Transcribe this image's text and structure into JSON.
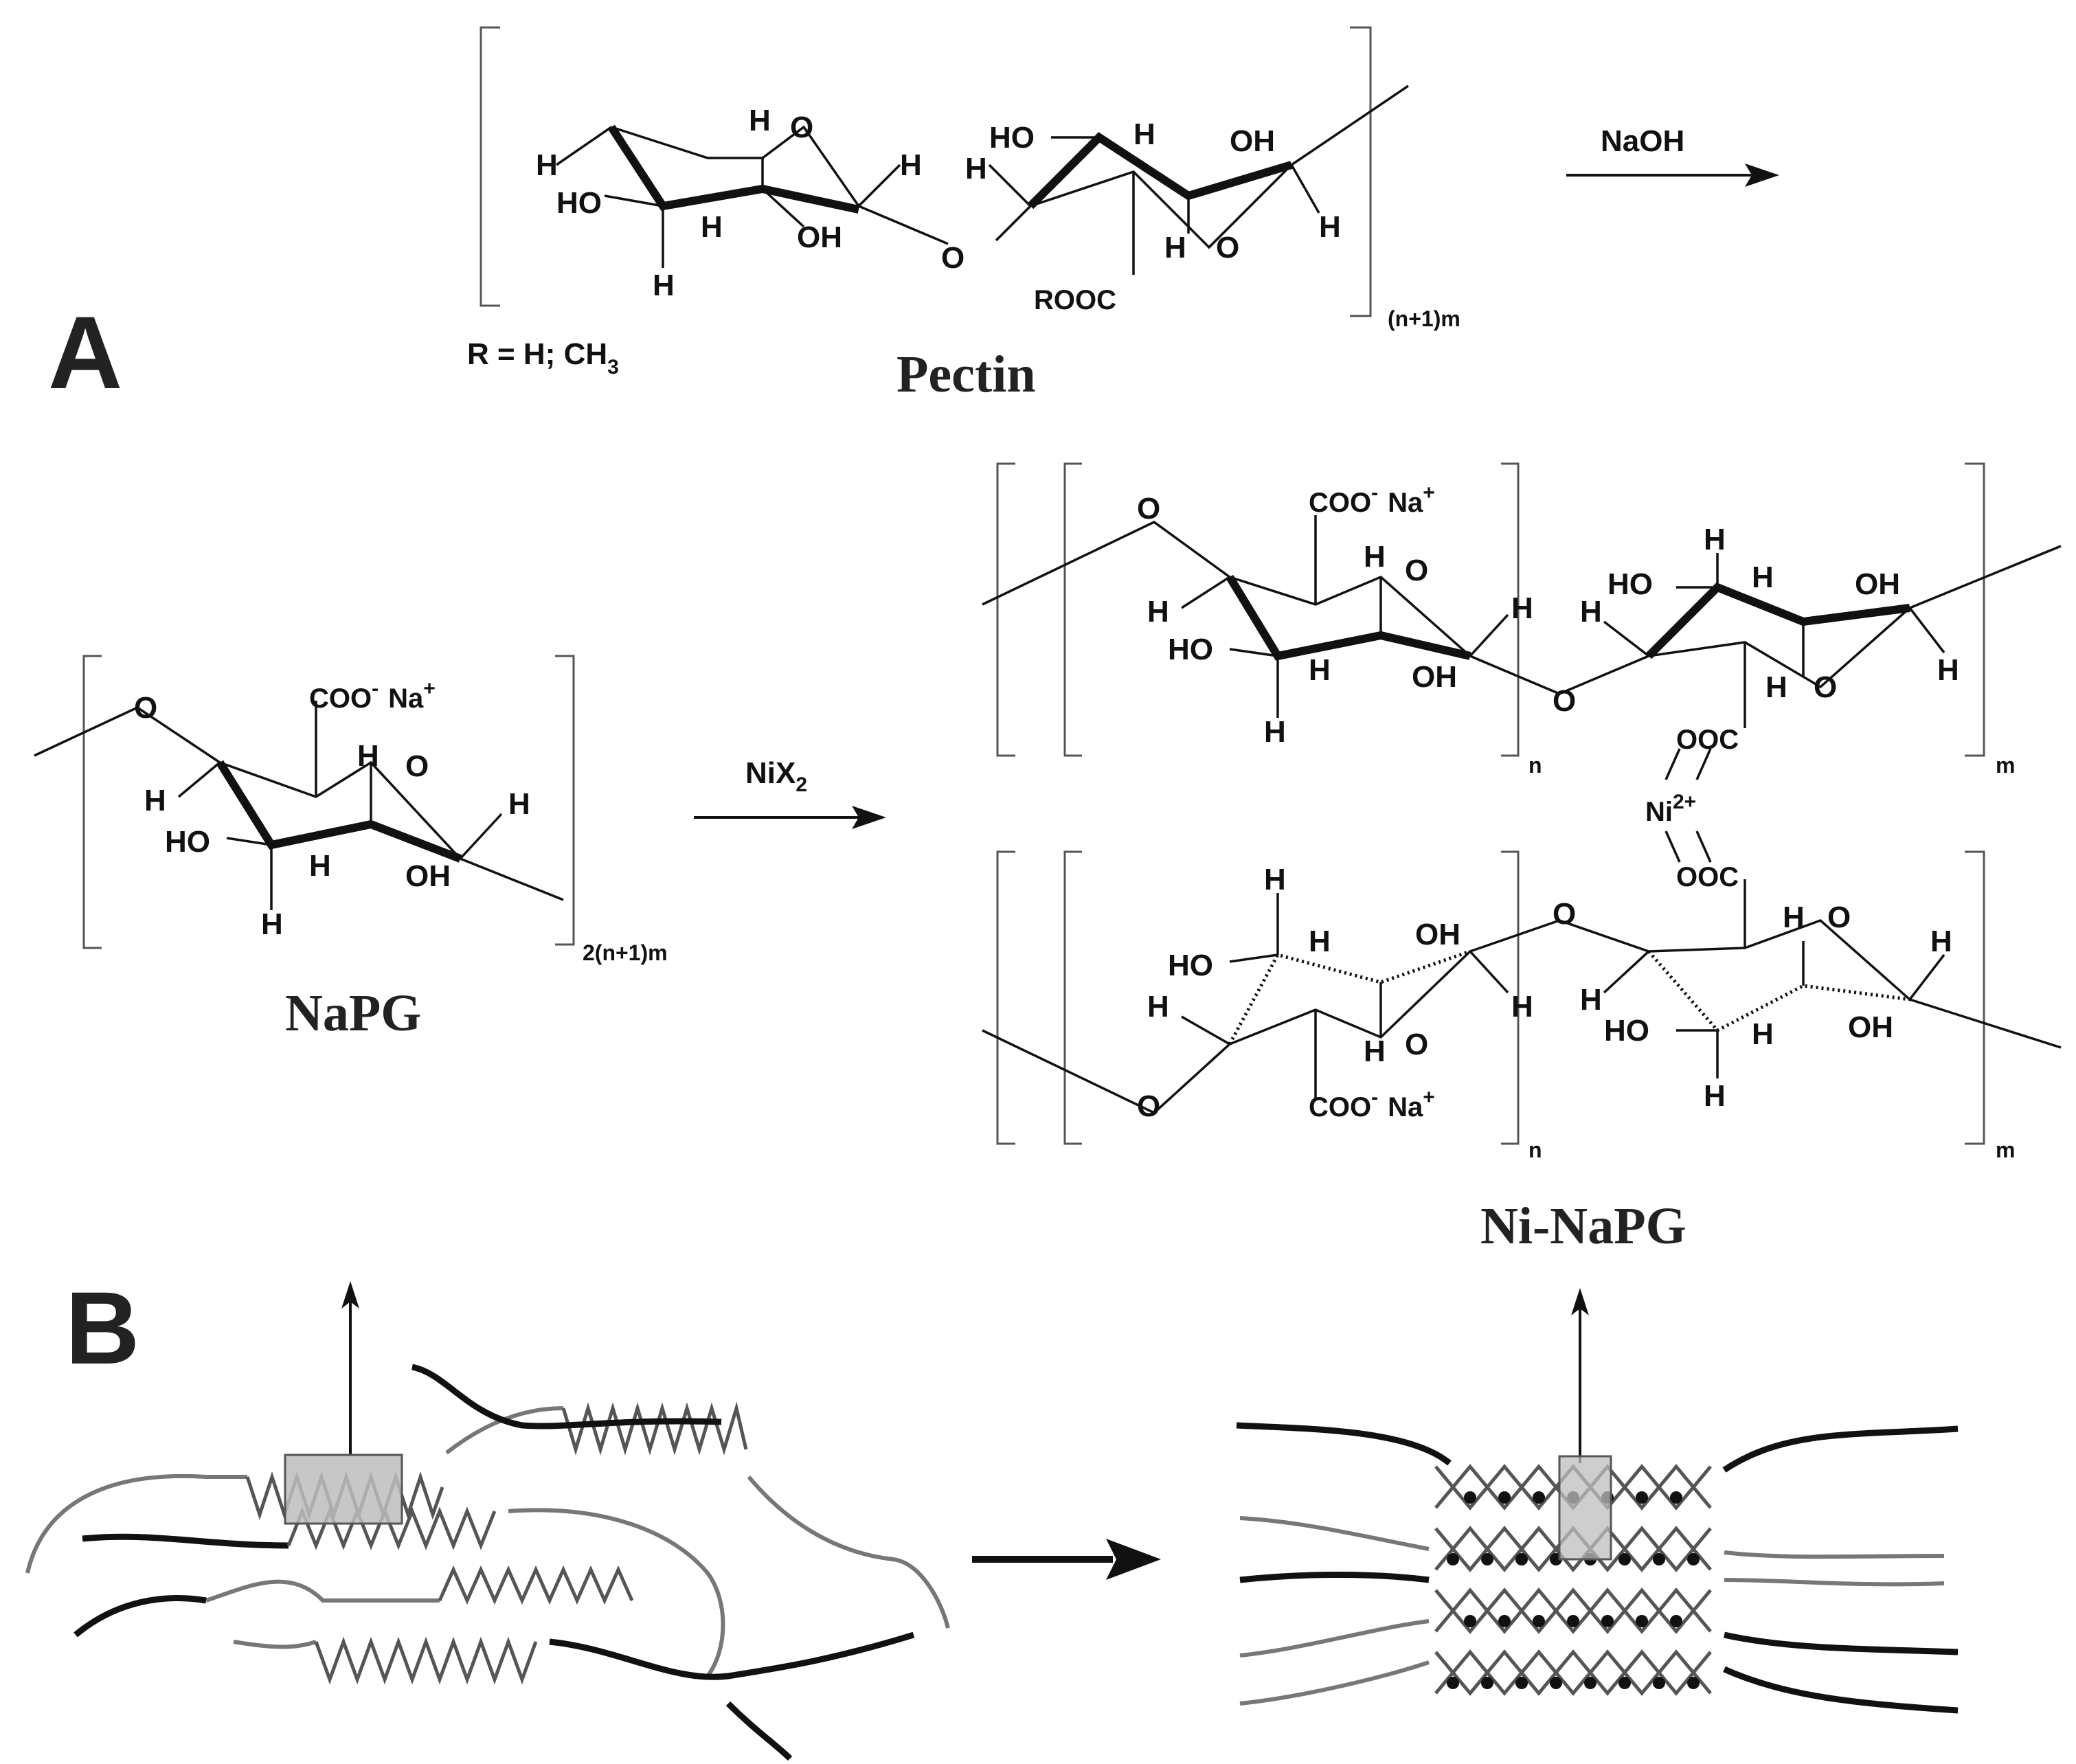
{
  "panel_a": {
    "label": "A",
    "pectin": {
      "name": "Pectin",
      "r_definition": "R = H; CH",
      "r_definition_sub": "3",
      "repeat_index": "(n+1)m",
      "atoms": {
        "ho_left": "HO",
        "oh_1": "OH",
        "ho_2": "HO",
        "oh_2": "OH",
        "ring_o": "O",
        "link_o": "O",
        "h": "H",
        "rooc": "ROOC"
      }
    },
    "reagent_1": "NaOH",
    "napg": {
      "name": "NaPG",
      "repeat_index": "2(n+1)m",
      "atoms": {
        "link_o": "O",
        "carboxylate": "COO",
        "charge_minus": "-",
        "counterion": "Na",
        "charge_plus": "+",
        "ring_o": "O",
        "ho": "HO",
        "oh": "OH",
        "h": "H"
      }
    },
    "reagent_2": {
      "prefix": "NiX",
      "subscript": "2"
    },
    "ni_napg": {
      "name": "Ni-NaPG",
      "inner_index": "n",
      "outer_index": "m",
      "metal": "Ni",
      "metal_charge": "2+",
      "ooc": "OOC",
      "atoms": {
        "o": "O",
        "h": "H",
        "ho": "HO",
        "oh": "OH",
        "carboxylate": "COO",
        "charge_minus": "-",
        "counterion": "Na",
        "charge_plus": "+"
      }
    }
  },
  "panel_b": {
    "label": "B"
  },
  "colors": {
    "ink": "#111111",
    "chain_light": "#777777",
    "highlight_box": "#bdbdbd"
  }
}
